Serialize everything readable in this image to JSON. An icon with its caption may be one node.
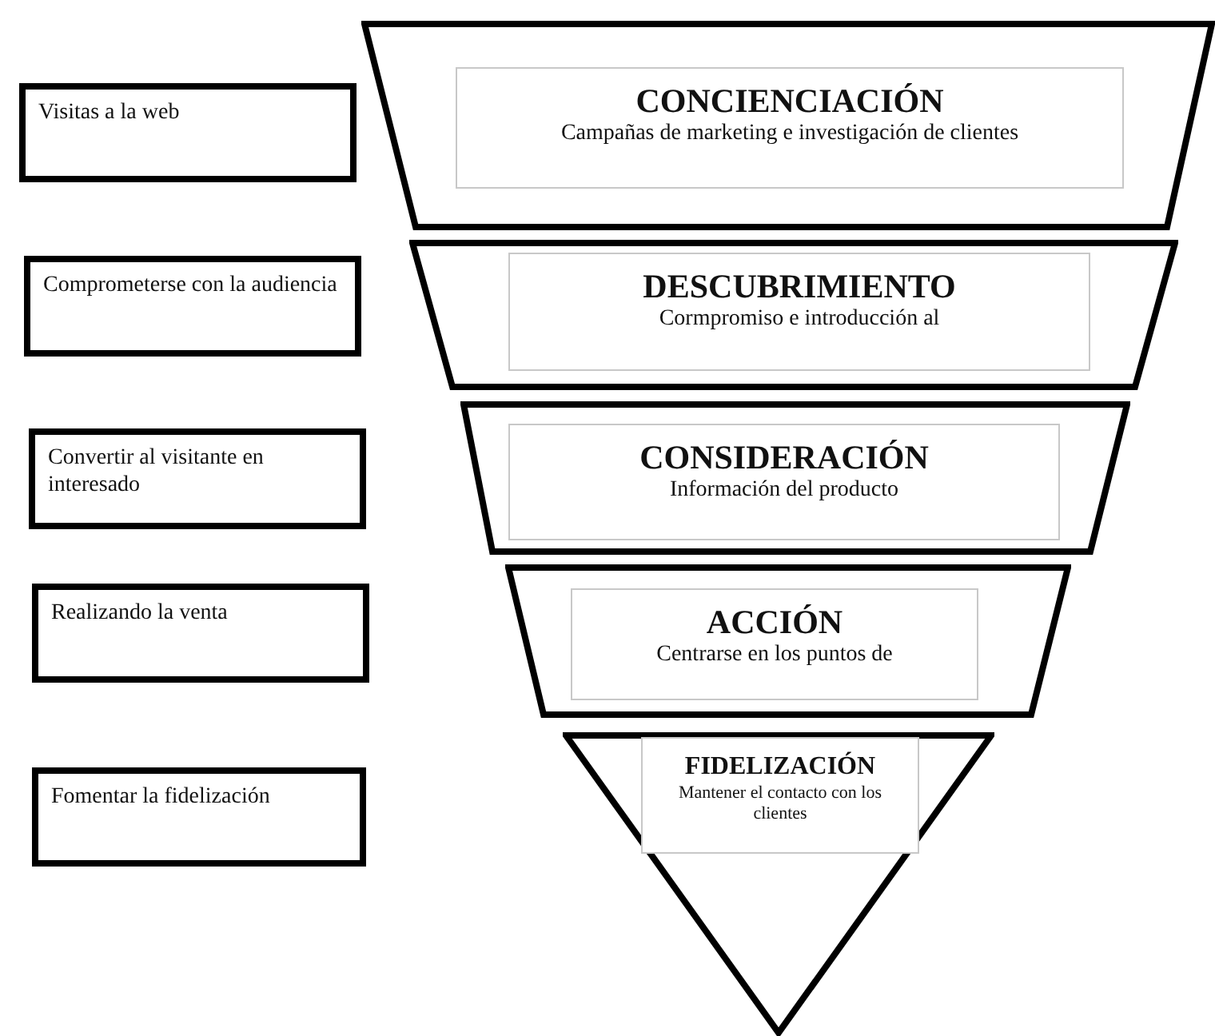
{
  "diagram": {
    "nodes": [
      {
        "text": [
          "Visitas a la web"
        ]
      },
      {
        "text": [],
        "shape": "trapezoid"
      },
      {
        "text": [
          "CONCIENCIACIÓN",
          "Campañas de marketing e investigación de clientes"
        ],
        "in": 1
      },
      {
        "text": [
          "Comprometerse con la audiencia"
        ]
      },
      {
        "text": [],
        "shape": "trapezoid"
      },
      {
        "text": [
          "DESCUBRIMIENTO",
          "Cormpromiso e introducción al"
        ],
        "in": 4
      },
      {
        "text": [
          "Convertir al visitante en interesado"
        ]
      },
      {
        "text": [],
        "shape": "trapezoid"
      },
      {
        "text": [
          "CONSIDERACIÓN",
          "Información del producto"
        ],
        "in": 7
      },
      {
        "text": [
          "Realizando la venta"
        ]
      },
      {
        "text": [],
        "shape": "trapezoid"
      },
      {
        "text": [
          "ACCIÓN",
          "Centrarse en los puntos de"
        ],
        "in": 10
      },
      {
        "text": [
          "Fomentar la fidelización"
        ]
      },
      {
        "text": [],
        "shape": "triangle"
      },
      {
        "text": [
          "FIDELIZACIÓN",
          "Mantener el contacto con los clientes"
        ],
        "in": 13
      }
    ],
    "edges": []
  }
}
